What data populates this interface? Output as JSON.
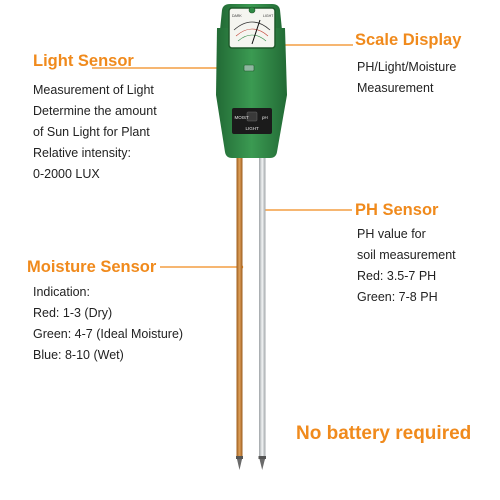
{
  "annotations": {
    "light_sensor": {
      "title": "Light Sensor",
      "lines": [
        "Measurement of Light",
        "Determine the amount",
        "of Sun Light for Plant",
        "Relative intensity:",
        "0-2000 LUX"
      ]
    },
    "scale_display": {
      "title": "Scale Display",
      "lines": [
        "PH/Light/Moisture",
        "Measurement"
      ]
    },
    "ph_sensor": {
      "title": "PH Sensor",
      "lines": [
        "PH value for",
        "soil measurement",
        "Red: 3.5-7 PH",
        "Green: 7-8 PH"
      ]
    },
    "moisture_sensor": {
      "title": "Moisture Sensor",
      "lines": [
        "Indication:",
        "Red: 1-3 (Dry)",
        "Green: 4-7 (Ideal Moisture)",
        "Blue: 8-10 (Wet)"
      ]
    },
    "footer": "No battery required"
  },
  "device": {
    "switch_left_label": "MOIST",
    "switch_right_label": "pH",
    "switch_bottom_label": "LIGHT",
    "dial_left_label": "DARK",
    "dial_right_label": "LIGHT"
  },
  "colors": {
    "accent": "#f08a1c",
    "body_green": "#2f8a45",
    "copper_probe": "#c77a2e",
    "steel_probe": "#c9cdd0"
  }
}
